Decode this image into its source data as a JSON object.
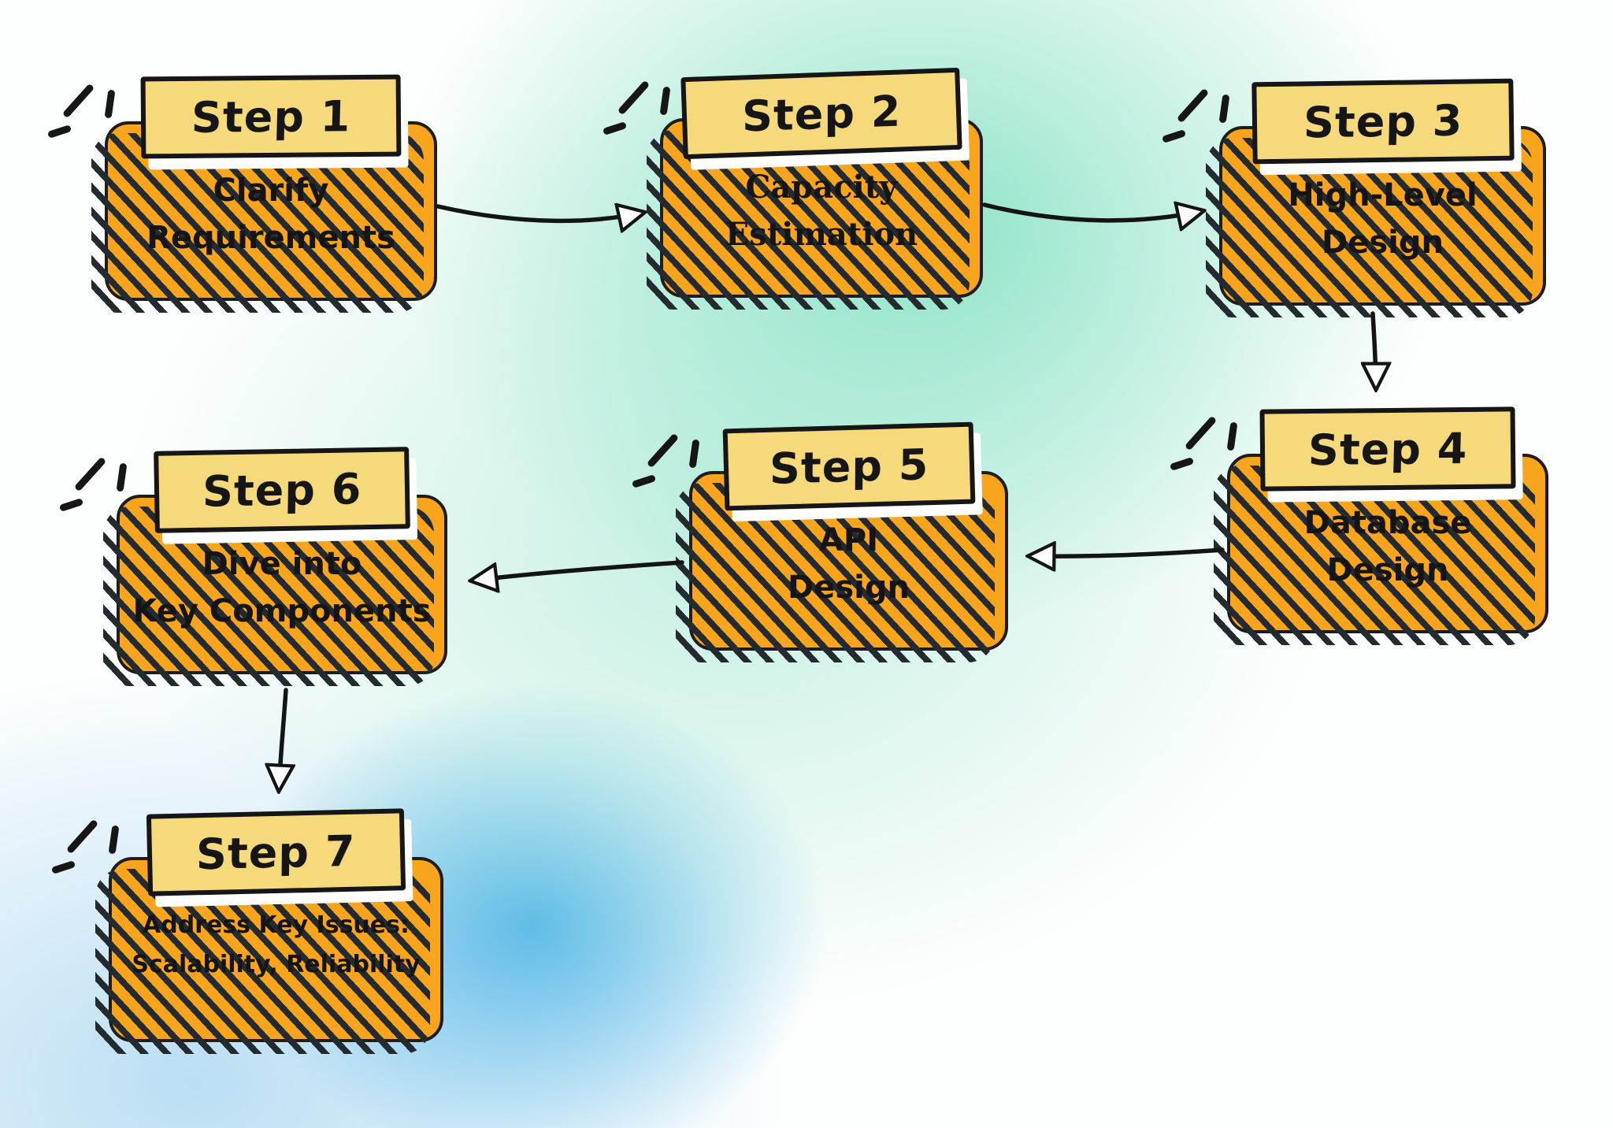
{
  "diagram": {
    "type": "flowchart",
    "steps": {
      "s1": {
        "label": "Step 1",
        "line1": "Clarify",
        "line2": "Requirements"
      },
      "s2": {
        "label": "Step 2",
        "line1": "Capacity",
        "line2": "Estimation"
      },
      "s3": {
        "label": "Step 3",
        "line1": "High-Level",
        "line2": "Design"
      },
      "s4": {
        "label": "Step 4",
        "line1": "Database",
        "line2": "Design"
      },
      "s5": {
        "label": "Step 5",
        "line1": "API",
        "line2": "Design"
      },
      "s6": {
        "label": "Step 6",
        "line1": "Dive into",
        "line2": "Key Components"
      },
      "s7": {
        "label": "Step 7",
        "line1": "Address Key Issues:",
        "line2": "Scalability, Reliability"
      }
    },
    "connections": [
      {
        "from": "Step 1",
        "to": "Step 2",
        "direction": "right"
      },
      {
        "from": "Step 2",
        "to": "Step 3",
        "direction": "right"
      },
      {
        "from": "Step 3",
        "to": "Step 4",
        "direction": "down"
      },
      {
        "from": "Step 4",
        "to": "Step 5",
        "direction": "left"
      },
      {
        "from": "Step 5",
        "to": "Step 6",
        "direction": "left"
      },
      {
        "from": "Step 6",
        "to": "Step 7",
        "direction": "down"
      }
    ],
    "colors": {
      "box_fill": "#f9a41d",
      "banner_fill": "#f6d97b",
      "outline": "#161616",
      "hatch_shadow": "#232b31",
      "banner_white_shadow": "#ffffff",
      "bg_teal": "#8ce3c7",
      "bg_blue": "#54b7e8",
      "arrow": "#141414"
    }
  }
}
